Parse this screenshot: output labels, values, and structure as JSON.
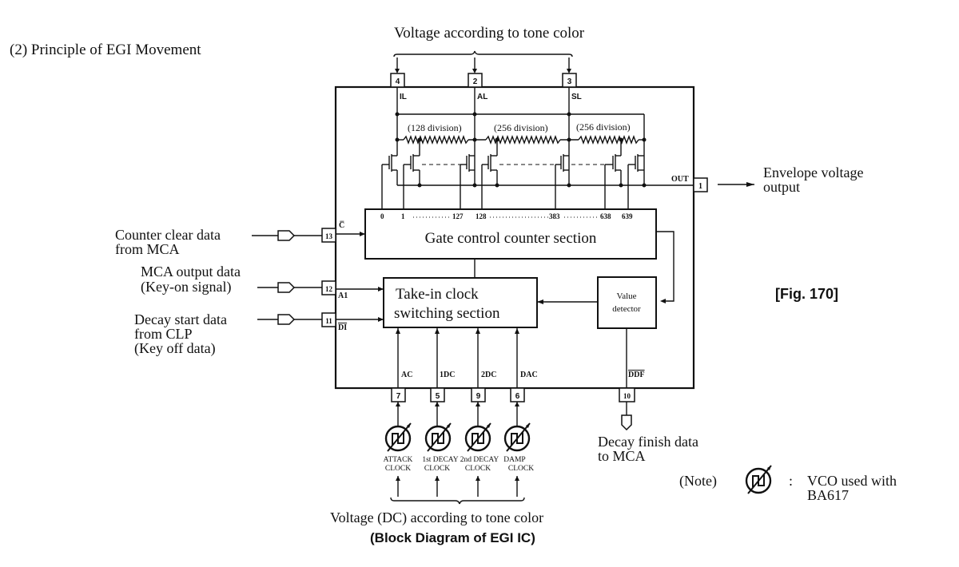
{
  "section_title": "(2) Principle of EGI Movement",
  "figure_label": "[Fig. 170]",
  "caption": "(Block Diagram of EGI IC)",
  "top_input_label": "Voltage according to tone color",
  "bottom_input_label": "Voltage (DC) according to tone color",
  "top_pins": [
    {
      "number": "4",
      "signal": "IL"
    },
    {
      "number": "2",
      "signal": "AL"
    },
    {
      "number": "3",
      "signal": "SL"
    }
  ],
  "divisions": [
    "(128 division)",
    "(256 division)",
    "(256 division)"
  ],
  "counter_taps": [
    "0",
    "1",
    "127",
    "128",
    "383",
    "638",
    "639"
  ],
  "output": {
    "pin": "1",
    "signal": "OUT",
    "label_line1": "Envelope voltage",
    "label_line2": "output"
  },
  "blocks": {
    "gate_counter": "Gate control counter section",
    "takein_line1": "Take-in clock",
    "takein_line2": "switching section",
    "value_line1": "Value",
    "value_line2": "detector"
  },
  "left_inputs": [
    {
      "pin": "13",
      "signal": "C̅",
      "line1": "Counter clear data",
      "line2": "from MCA",
      "line3": ""
    },
    {
      "pin": "12",
      "signal": "A1",
      "line1": "MCA output data",
      "line2": "(Key-on signal)",
      "line3": ""
    },
    {
      "pin": "11",
      "signal": "DI",
      "line1": "Decay start data",
      "line2": "from CLP",
      "line3": "(Key off data)"
    }
  ],
  "bottom_pins": [
    {
      "pin": "7",
      "signal": "AC",
      "clock_line1": "ATTACK",
      "clock_line2": "CLOCK"
    },
    {
      "pin": "5",
      "signal": "1DC",
      "clock_line1": "1st DECAY",
      "clock_line2": "CLOCK"
    },
    {
      "pin": "9",
      "signal": "2DC",
      "clock_line1": "2nd DECAY",
      "clock_line2": "CLOCK"
    },
    {
      "pin": "6",
      "signal": "DAC",
      "clock_line1": "DAMP",
      "clock_line2": "CLOCK"
    }
  ],
  "ddf_output": {
    "pin": "10",
    "signal": "DDF",
    "label_line1": "Decay finish data",
    "label_line2": "to MCA"
  },
  "note": {
    "prefix": "(Note)",
    "colon": ":",
    "line1": "VCO used with",
    "line2": "BA617"
  }
}
